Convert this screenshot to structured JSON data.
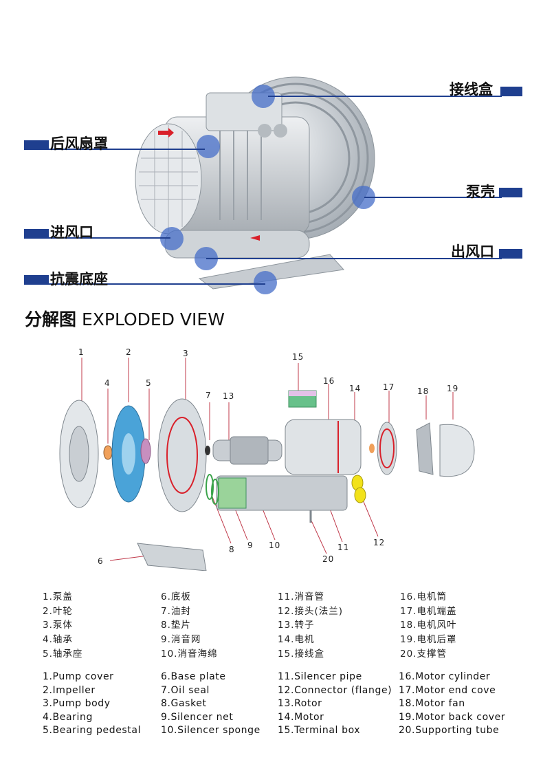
{
  "callouts": {
    "junction_box": "接线盒",
    "rear_fan_cover": "后风扇罩",
    "pump_casing": "泵壳",
    "air_inlet": "进风口",
    "air_outlet": "出风口",
    "anti_vibration_base": "抗震底座"
  },
  "exploded_title": {
    "cn": "分解图",
    "en": "EXPLODED VIEW"
  },
  "part_numbers": [
    "1",
    "2",
    "3",
    "4",
    "5",
    "6",
    "7",
    "8",
    "9",
    "10",
    "11",
    "12",
    "13",
    "14",
    "15",
    "16",
    "17",
    "18",
    "19",
    "20"
  ],
  "legend_cn": [
    [
      "1.泵盖",
      "2.叶轮",
      "3.泵体",
      "4.轴承",
      "5.轴承座"
    ],
    [
      "6.底板",
      "7.油封",
      "8.垫片",
      "9.消音网",
      "10.消音海绵"
    ],
    [
      "11.消音管",
      "12.接头(法兰)",
      "13.转子",
      "14.电机",
      "15.接线盒"
    ],
    [
      "16.电机筒",
      "17.电机端盖",
      "18.电机风叶",
      "19.电机后罩",
      "20.支撑管"
    ]
  ],
  "legend_en": [
    [
      "1.Pump cover",
      "2.Impeller",
      "3.Pump body",
      "4.Bearing",
      "5.Bearing pedestal"
    ],
    [
      "6.Base plate",
      "7.Oil seal",
      "8.Gasket",
      "9.Silencer net",
      "10.Silencer sponge"
    ],
    [
      "11.Silencer pipe",
      "12.Connector (flange)",
      "13.Rotor",
      "14.Motor",
      "15.Terminal box"
    ],
    [
      "16.Motor cylinder",
      "17.Motor end cove",
      "18.Motor fan",
      "19.Motor back cover",
      "20.Supporting tube"
    ]
  ],
  "colors": {
    "accent": "#1f3f8f",
    "leader": "#c0394a"
  }
}
